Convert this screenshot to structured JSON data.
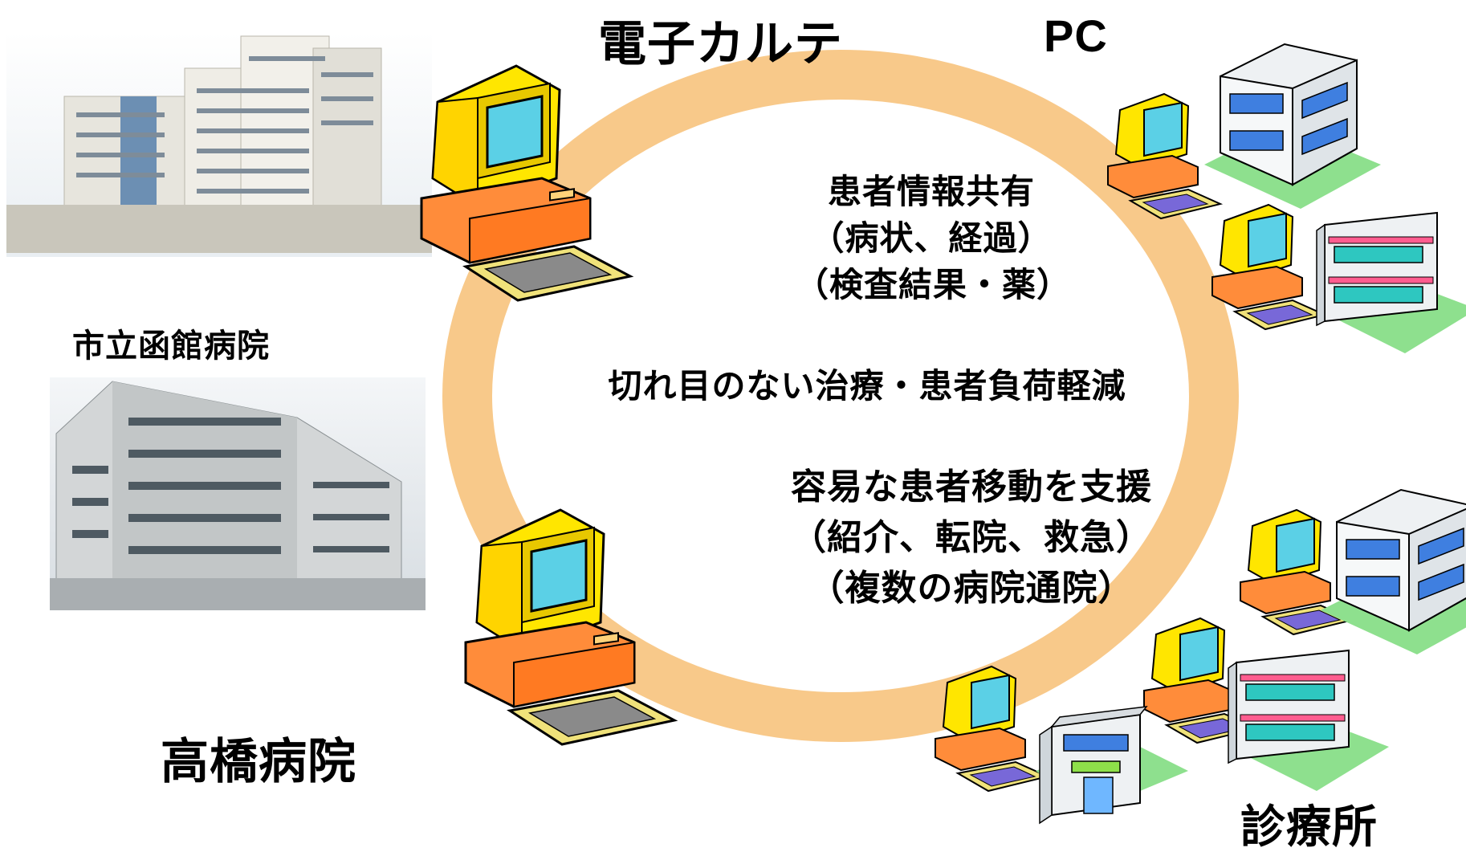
{
  "title_ehr": "電子カルテ",
  "title_pc": "PC",
  "hospitals": [
    {
      "name": "市立函館病院"
    },
    {
      "name": "高橋病院"
    }
  ],
  "clinic_label": "診療所",
  "ring": {
    "sharing": {
      "line1": "患者情報共有",
      "line2": "（病状、経過）",
      "line3": "（検査結果・薬）"
    },
    "center": "切れ目のない治療・患者負荷軽減",
    "support": {
      "line1": "容易な患者移動を支援",
      "line2": "（紹介、転院、救急）",
      "line3": "（複数の病院通院）"
    }
  },
  "colors": {
    "ring": "#f8c98a",
    "monitor": "#ffe600",
    "screen": "#5bd0e6",
    "cpu": "#ff8c3a",
    "keyboard": "#f0e27a",
    "clinic_wall": "#eef1f3",
    "clinic_window": "#3f7fe0",
    "clinic_stripe": "#ff5d8f",
    "lawn": "#8ee08e"
  }
}
